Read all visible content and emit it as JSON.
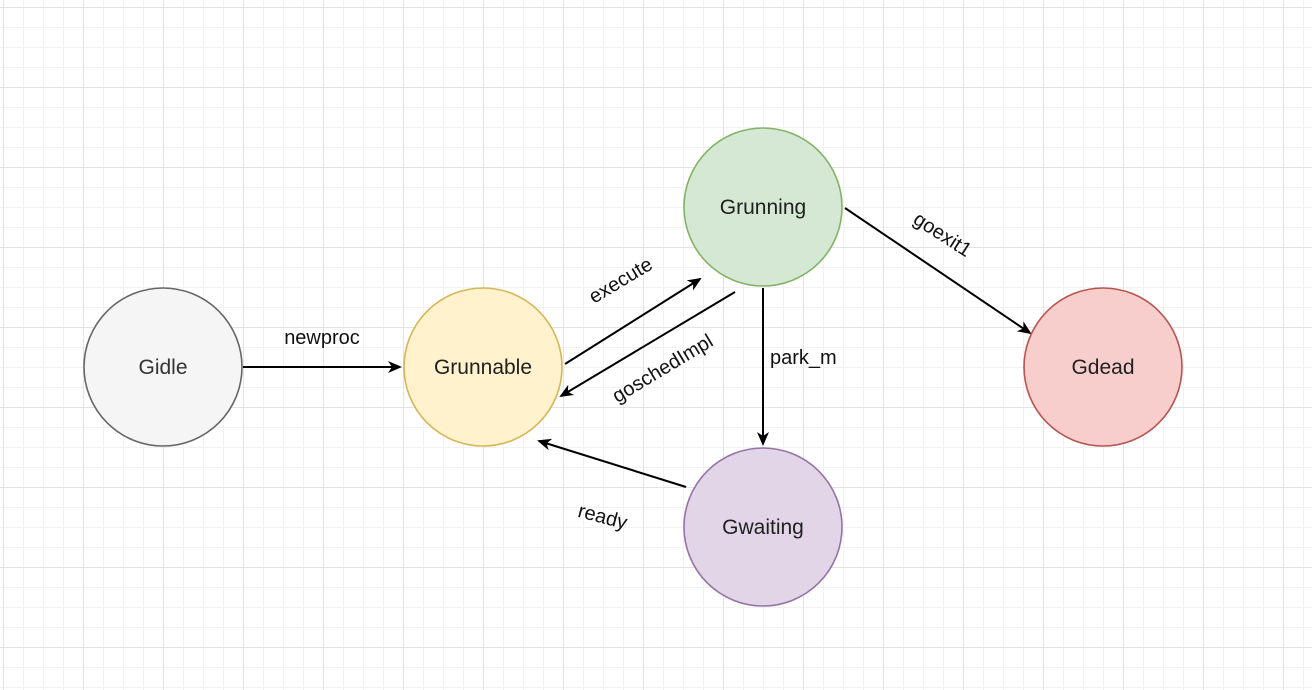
{
  "diagram": {
    "states": {
      "gidle": {
        "label": "Gidle",
        "fill": "#f5f5f5",
        "stroke": "#666666"
      },
      "grunnable": {
        "label": "Grunnable",
        "fill": "#fff2cc",
        "stroke": "#d6b656"
      },
      "grunning": {
        "label": "Grunning",
        "fill": "#d5e8d4",
        "stroke": "#82b366"
      },
      "gwaiting": {
        "label": "Gwaiting",
        "fill": "#e1d5e7",
        "stroke": "#9673a6"
      },
      "gdead": {
        "label": "Gdead",
        "fill": "#f8cecc",
        "stroke": "#b85450"
      }
    },
    "transitions": {
      "newproc": {
        "label": "newproc",
        "from": "Gidle",
        "to": "Grunnable"
      },
      "execute": {
        "label": "execute",
        "from": "Grunnable",
        "to": "Grunning"
      },
      "goschedImpl": {
        "label": "goschedImpl",
        "from": "Grunning",
        "to": "Grunnable"
      },
      "park_m": {
        "label": "park_m",
        "from": "Grunning",
        "to": "Gwaiting"
      },
      "ready": {
        "label": "ready",
        "from": "Gwaiting",
        "to": "Grunnable"
      },
      "goexit1": {
        "label": "goexit1",
        "from": "Grunning",
        "to": "Gdead"
      }
    }
  }
}
